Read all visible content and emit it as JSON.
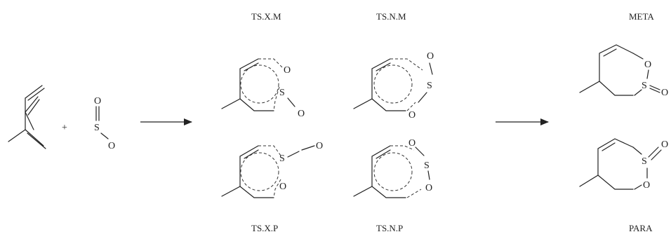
{
  "labels": {
    "ts_x_m": "TS.X.M",
    "ts_n_m": "TS.N.M",
    "ts_x_p": "TS.X.P",
    "ts_n_p": "TS.N.P",
    "meta": "META",
    "para": "PARA"
  },
  "symbols": {
    "plus": "+",
    "oxygen": "O",
    "sulfur": "S"
  }
}
